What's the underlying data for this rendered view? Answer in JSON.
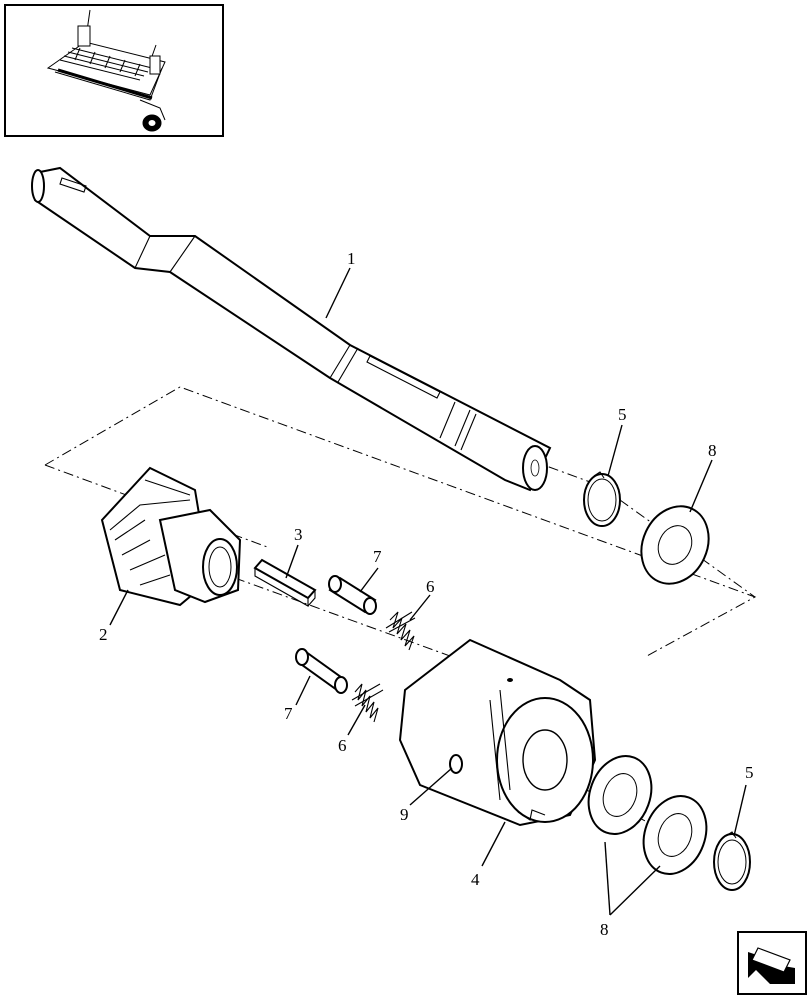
{
  "labels": {
    "shaft": "1",
    "hub": "2",
    "key": "3",
    "clutch_body": "4",
    "snap_ring_top": "5",
    "snap_ring_bottom": "5",
    "spring_top": "6",
    "spring_bottom": "6",
    "pin_top": "7",
    "pin_bottom": "7",
    "washer_top": "8",
    "washers_bottom": "8",
    "hole": "9"
  },
  "icons": {
    "thumbnail": "baler-machine-thumbnail",
    "nav": "back-arrow-icon"
  }
}
